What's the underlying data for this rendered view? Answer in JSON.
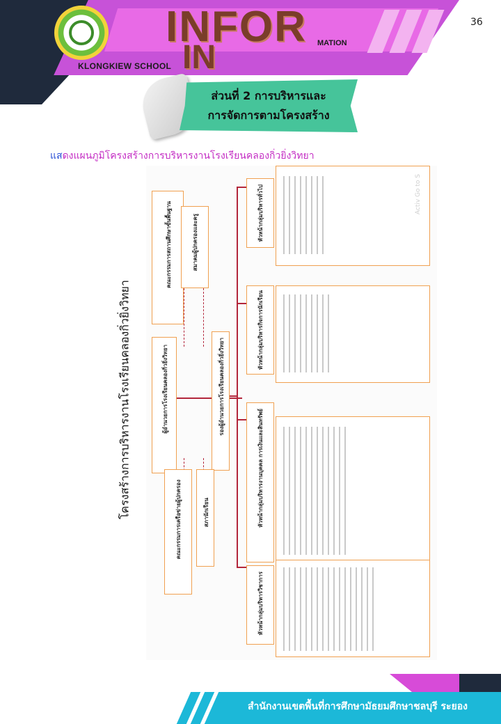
{
  "header": {
    "page_number": "36",
    "school_name": "KLONGKIEW SCHOOL",
    "title_main": "INFOR",
    "title_second": "IN",
    "title_suffix": "MATION"
  },
  "section": {
    "line1": "ส่วนที่ 2 การบริหารและ",
    "line2": "การจัดการตามโครงสร้าง"
  },
  "subtitle": {
    "first": "แส",
    "rest": "ดงแผนภูมิโครงสร้างการบริหารงานโรงเรียนคลองกิ่วยิ่งวิทยา"
  },
  "org_chart": {
    "title": "โครงสร้างการบริหารงานโรงเรียนคลองกิ่วยิ่งวิทยา",
    "director": "ผู้อำนวยการโรงเรียนคลองกิ่วยิ่งวิทยา",
    "deputy": "รองผู้อำนวยการโรงเรียนคลองกิ่วยิ่งวิทยา",
    "board": "คณะกรรมการสถานศึกษาขั้นพื้นฐาน",
    "parents_association": "สมาคมผู้ปกครองและครู",
    "parent_network": "คณะกรรมการเครือข่ายผู้ปกครอง",
    "student_council": "สภานักเรียน",
    "groups": [
      "หัวหน้ากลุ่มบริหารวิชาการ",
      "หัวหน้ากลุ่มบริหารงานบุคคล การเงินและสินทรัพย์",
      "หัวหน้ากลุ่มบริหารกิจการนักเรียน",
      "หัวหน้ากลุ่มบริหารทั่วไป"
    ],
    "watermark": "Activ Go to S"
  },
  "footer": {
    "office": "สำนักงานเขตพื้นที่การศึกษามัธยมศึกษาชลบุรี ระยอง"
  }
}
